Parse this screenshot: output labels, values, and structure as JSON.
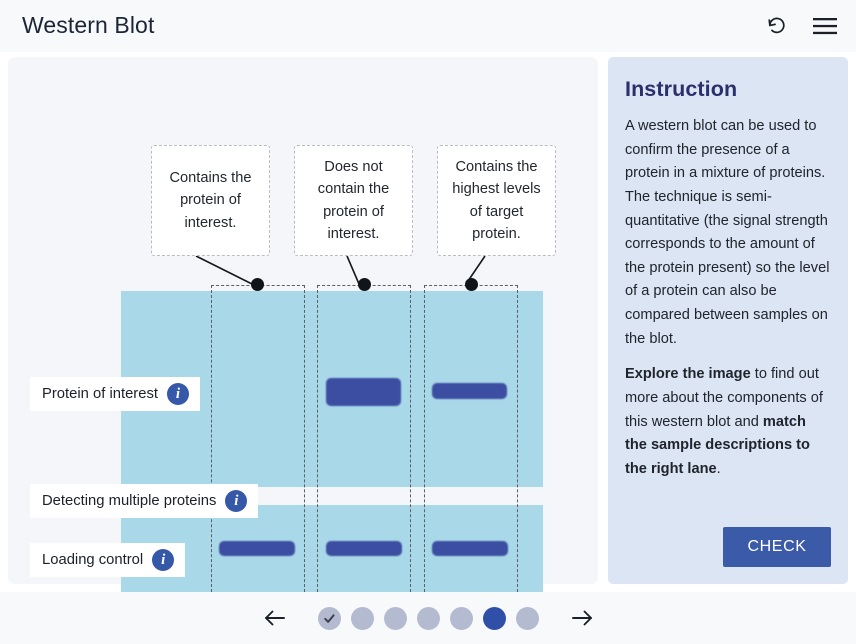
{
  "header": {
    "title": "Western Blot",
    "restart_icon": "restart-icon",
    "menu_icon": "hamburger-menu-icon"
  },
  "cards": [
    {
      "text": "Contains the protein of interest."
    },
    {
      "text": "Does not contain the protein of interest."
    },
    {
      "text": "Contains the highest levels of target protein."
    }
  ],
  "lanes": [
    {
      "name": "lane-1"
    },
    {
      "name": "lane-2"
    },
    {
      "name": "lane-3"
    }
  ],
  "hotspots": [
    {
      "label": "Protein of interest",
      "icon": "info-icon"
    },
    {
      "label": "Detecting multiple proteins",
      "icon": "info-icon"
    },
    {
      "label": "Loading control",
      "icon": "info-icon"
    }
  ],
  "blot": {
    "membrane_color": "#a9d8e8",
    "band_color": "#3c4ea2",
    "bands": [
      {
        "row": "protein-of-interest",
        "lane": 1,
        "present": false
      },
      {
        "row": "protein-of-interest",
        "lane": 2,
        "present": true,
        "intensity": "strong"
      },
      {
        "row": "protein-of-interest",
        "lane": 3,
        "present": true,
        "intensity": "medium"
      },
      {
        "row": "loading-control",
        "lane": 1,
        "present": true,
        "intensity": "medium"
      },
      {
        "row": "loading-control",
        "lane": 2,
        "present": true,
        "intensity": "medium"
      },
      {
        "row": "loading-control",
        "lane": 3,
        "present": true,
        "intensity": "medium"
      }
    ]
  },
  "instruction": {
    "title": "Instruction",
    "paragraph1": "A western blot can be used to confirm the presence of a protein in a mixture of proteins. The technique is semi-quantitative (the signal strength corresponds to the amount of the protein present) so the level of a protein can also be compared between samples on the blot.",
    "p2_bold1": "Explore the image",
    "p2_mid1": " to find out more about the components of this western blot and ",
    "p2_bold2": "match the sample descriptions to the right lane",
    "p2_end": ".",
    "check_label": "CHECK",
    "accent_color": "#3b5aa8",
    "panel_color": "#dbe5f4"
  },
  "footer": {
    "prev_icon": "arrow-left-icon",
    "next_icon": "arrow-right-icon",
    "steps": [
      {
        "state": "completed"
      },
      {
        "state": "pending"
      },
      {
        "state": "pending"
      },
      {
        "state": "pending"
      },
      {
        "state": "pending"
      },
      {
        "state": "current"
      },
      {
        "state": "pending"
      }
    ],
    "current_index": 6,
    "total": 7
  }
}
